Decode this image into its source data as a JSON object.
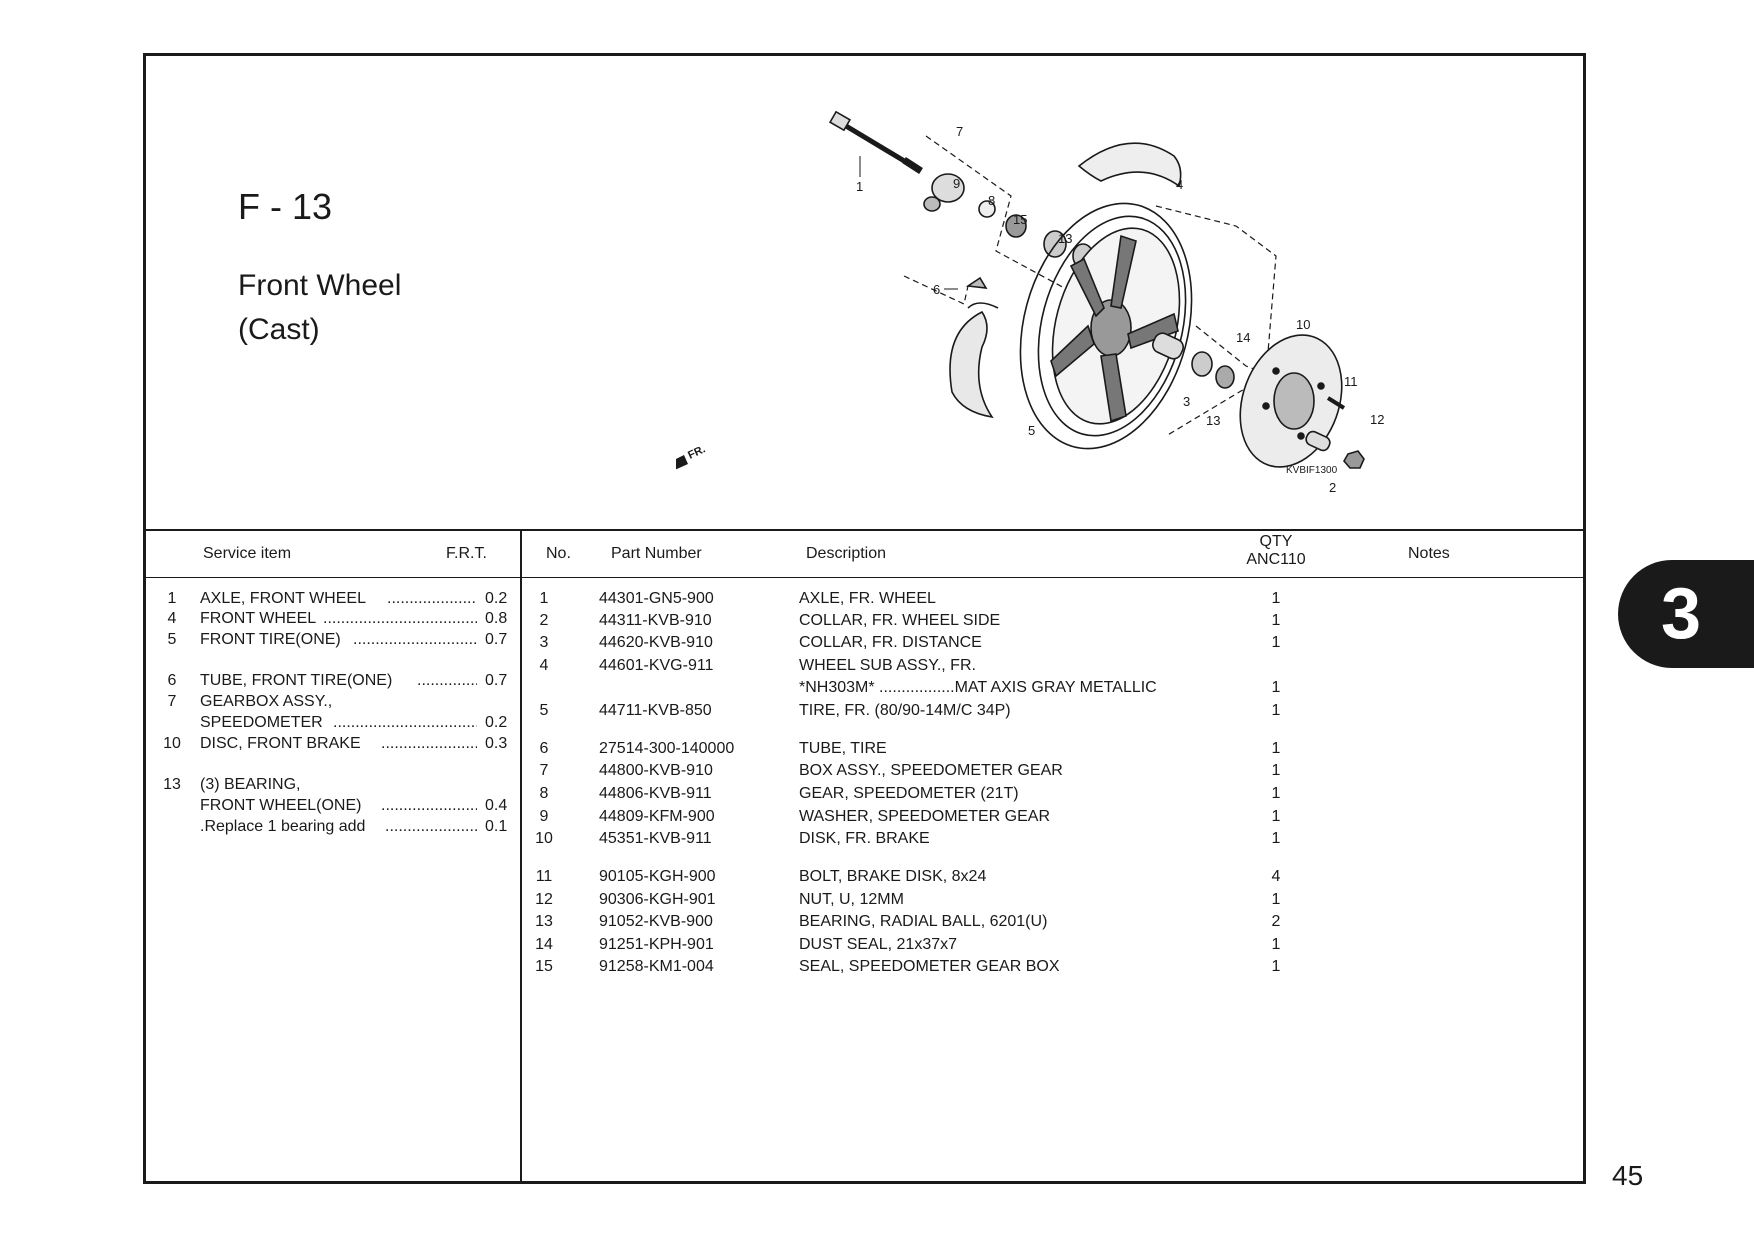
{
  "figure": {
    "code": "F - 13",
    "title_line1": "Front Wheel",
    "title_line2": "(Cast)",
    "diagram_ref": "KVBIF1300",
    "direction_label": "FR.",
    "callouts": [
      "1",
      "7",
      "9",
      "8",
      "15",
      "13",
      "4",
      "6",
      "5",
      "3",
      "14",
      "10",
      "11",
      "12",
      "2",
      "13"
    ]
  },
  "service_table": {
    "header": {
      "item": "Service item",
      "frt": "F.R.T."
    },
    "rows": [
      {
        "num": "1",
        "line1": "AXLE, FRONT WHEEL",
        "line2": "",
        "frt": "0.2"
      },
      {
        "num": "4",
        "line1": "FRONT WHEEL",
        "line2": "",
        "frt": "0.8"
      },
      {
        "num": "5",
        "line1": "FRONT TIRE(ONE)",
        "line2": "",
        "frt": "0.7"
      },
      {
        "num": "6",
        "line1": "TUBE, FRONT TIRE(ONE)",
        "line2": "",
        "frt": "0.7"
      },
      {
        "num": "7",
        "line1": "GEARBOX ASSY.,",
        "line2": "SPEEDOMETER",
        "frt": "0.2"
      },
      {
        "num": "10",
        "line1": "DISC, FRONT BRAKE",
        "line2": "",
        "frt": "0.3"
      },
      {
        "num": "13",
        "line1": "(3)  BEARING,",
        "line2": "FRONT WHEEL(ONE)",
        "frt": "0.4"
      },
      {
        "num": "",
        "line1": ".Replace 1 bearing add",
        "line2": "",
        "frt": "0.1"
      }
    ]
  },
  "parts_table": {
    "header": {
      "no": "No.",
      "part_number": "Part Number",
      "description": "Description",
      "qty_line1": "QTY",
      "qty_line2": "ANC110",
      "notes": "Notes"
    },
    "rows": [
      {
        "no": "1",
        "part": "44301-GN5-900",
        "desc": "AXLE, FR. WHEEL",
        "qty": "1"
      },
      {
        "no": "2",
        "part": "44311-KVB-910",
        "desc": "COLLAR, FR. WHEEL SIDE",
        "qty": "1"
      },
      {
        "no": "3",
        "part": "44620-KVB-910",
        "desc": "COLLAR, FR. DISTANCE",
        "qty": "1"
      },
      {
        "no": "4",
        "part": "44601-KVG-911",
        "desc": "WHEEL SUB ASSY., FR.",
        "qty": ""
      },
      {
        "no": "",
        "part": "",
        "desc": " *NH303M* .................MAT AXIS GRAY METALLIC",
        "qty": "1"
      },
      {
        "no": "5",
        "part": "44711-KVB-850",
        "desc": "TIRE, FR. (80/90-14M/C 34P)",
        "qty": "1"
      },
      {
        "no": "6",
        "part": "27514-300-140000",
        "desc": "TUBE, TIRE",
        "qty": "1"
      },
      {
        "no": "7",
        "part": "44800-KVB-910",
        "desc": "BOX ASSY., SPEEDOMETER GEAR",
        "qty": "1"
      },
      {
        "no": "8",
        "part": "44806-KVB-911",
        "desc": "GEAR, SPEEDOMETER (21T)",
        "qty": "1"
      },
      {
        "no": "9",
        "part": "44809-KFM-900",
        "desc": "WASHER, SPEEDOMETER GEAR",
        "qty": "1"
      },
      {
        "no": "10",
        "part": "45351-KVB-911",
        "desc": "DISK, FR. BRAKE",
        "qty": "1"
      },
      {
        "no": "11",
        "part": "90105-KGH-900",
        "desc": "BOLT, BRAKE DISK, 8x24",
        "qty": "4"
      },
      {
        "no": "12",
        "part": "90306-KGH-901",
        "desc": "NUT, U, 12MM",
        "qty": "1"
      },
      {
        "no": "13",
        "part": "91052-KVB-900",
        "desc": "BEARING, RADIAL BALL, 6201(U)",
        "qty": "2"
      },
      {
        "no": "14",
        "part": "91251-KPH-901",
        "desc": "DUST SEAL, 21x37x7",
        "qty": "1"
      },
      {
        "no": "15",
        "part": "91258-KM1-004",
        "desc": "SEAL, SPEEDOMETER GEAR BOX",
        "qty": "1"
      }
    ]
  },
  "chapter_tab": "3",
  "page_number": "45"
}
